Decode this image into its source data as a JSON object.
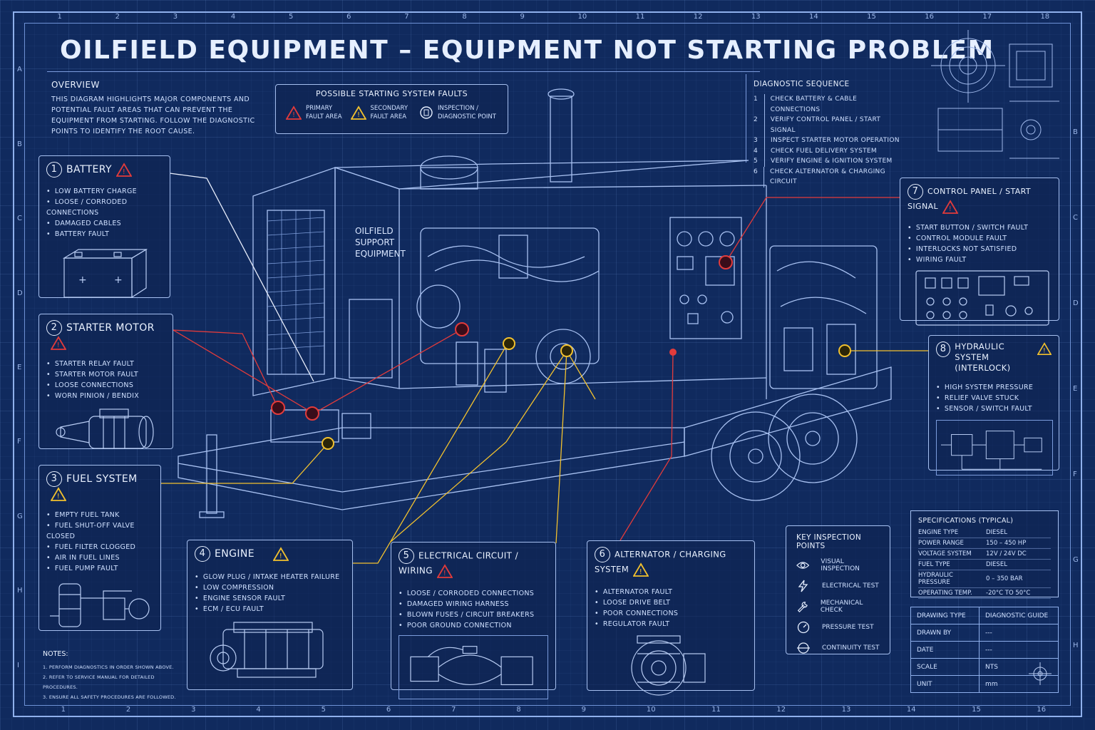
{
  "title": "OILFIELD EQUIPMENT – EQUIPMENT NOT STARTING PROBLEM",
  "overview": {
    "heading": "OVERVIEW",
    "text": "THIS DIAGRAM HIGHLIGHTS MAJOR COMPONENTS AND POTENTIAL FAULT AREAS THAT CAN PREVENT THE EQUIPMENT FROM STARTING. FOLLOW THE DIAGNOSTIC POINTS TO IDENTIFY THE ROOT CAUSE."
  },
  "legend": {
    "heading": "POSSIBLE STARTING SYSTEM FAULTS",
    "primary": "PRIMARY FAULT AREA",
    "secondary": "SECONDARY FAULT AREA",
    "inspection": "INSPECTION / DIAGNOSTIC POINT",
    "colors": {
      "primary": "#e23b3b",
      "secondary": "#f2c12e"
    }
  },
  "sequence": {
    "heading": "DIAGNOSTIC SEQUENCE",
    "steps": [
      {
        "n": "1",
        "text": "CHECK BATTERY & CABLE CONNECTIONS"
      },
      {
        "n": "2",
        "text": "VERIFY CONTROL PANEL / START SIGNAL"
      },
      {
        "n": "3",
        "text": "INSPECT STARTER MOTOR OPERATION"
      },
      {
        "n": "4",
        "text": "CHECK FUEL DELIVERY SYSTEM"
      },
      {
        "n": "5",
        "text": "VERIFY ENGINE & IGNITION SYSTEM"
      },
      {
        "n": "6",
        "text": "CHECK ALTERNATOR & CHARGING CIRCUIT"
      }
    ]
  },
  "unit_label": "OILFIELD SUPPORT EQUIPMENT",
  "components": {
    "battery": {
      "n": "1",
      "title": "BATTERY",
      "severity": "primary",
      "items": [
        "LOW BATTERY CHARGE",
        "LOOSE / CORRODED CONNECTIONS",
        "DAMAGED CABLES",
        "BATTERY FAULT"
      ]
    },
    "starter": {
      "n": "2",
      "title": "STARTER MOTOR",
      "severity": "primary",
      "items": [
        "STARTER RELAY FAULT",
        "STARTER MOTOR FAULT",
        "LOOSE CONNECTIONS",
        "WORN PINION / BENDIX"
      ]
    },
    "fuel": {
      "n": "3",
      "title": "FUEL SYSTEM",
      "severity": "secondary",
      "items": [
        "EMPTY FUEL TANK",
        "FUEL SHUT-OFF VALVE CLOSED",
        "FUEL FILTER CLOGGED",
        "AIR IN FUEL LINES",
        "FUEL PUMP FAULT"
      ]
    },
    "engine": {
      "n": "4",
      "title": "ENGINE",
      "severity": "secondary",
      "items": [
        "GLOW PLUG / INTAKE HEATER FAILURE",
        "LOW COMPRESSION",
        "ENGINE SENSOR FAULT",
        "ECM / ECU FAULT"
      ]
    },
    "electrical": {
      "n": "5",
      "title": "ELECTRICAL CIRCUIT / WIRING",
      "severity": "primary",
      "items": [
        "LOOSE / CORRODED CONNECTIONS",
        "DAMAGED WIRING HARNESS",
        "BLOWN FUSES / CIRCUIT BREAKERS",
        "POOR GROUND CONNECTION"
      ]
    },
    "alternator": {
      "n": "6",
      "title": "ALTERNATOR / CHARGING SYSTEM",
      "severity": "secondary",
      "items": [
        "ALTERNATOR FAULT",
        "LOOSE DRIVE BELT",
        "POOR CONNECTIONS",
        "REGULATOR FAULT"
      ]
    },
    "control": {
      "n": "7",
      "title": "CONTROL PANEL / START SIGNAL",
      "severity": "primary",
      "items": [
        "START BUTTON / SWITCH FAULT",
        "CONTROL MODULE FAULT",
        "INTERLOCKS NOT SATISFIED",
        "WIRING FAULT"
      ]
    },
    "hydraulic": {
      "n": "8",
      "title": "HYDRAULIC SYSTEM (INTERLOCK)",
      "severity": "secondary",
      "items": [
        "HIGH SYSTEM PRESSURE",
        "RELIEF VALVE STUCK",
        "SENSOR / SWITCH FAULT"
      ]
    }
  },
  "key_points": {
    "heading": "KEY INSPECTION POINTS",
    "items": [
      {
        "icon": "eye-icon",
        "label": "VISUAL INSPECTION"
      },
      {
        "icon": "lightning-icon",
        "label": "ELECTRICAL TEST"
      },
      {
        "icon": "wrench-icon",
        "label": "MECHANICAL CHECK"
      },
      {
        "icon": "gauge-icon",
        "label": "PRESSURE TEST"
      },
      {
        "icon": "continuity-icon",
        "label": "CONTINUITY TEST"
      }
    ]
  },
  "specs": {
    "heading": "SPECIFICATIONS (TYPICAL)",
    "rows": [
      {
        "k": "ENGINE TYPE",
        "v": "DIESEL"
      },
      {
        "k": "POWER RANGE",
        "v": "150 – 450 HP"
      },
      {
        "k": "VOLTAGE SYSTEM",
        "v": "12V / 24V DC"
      },
      {
        "k": "FUEL TYPE",
        "v": "DIESEL"
      },
      {
        "k": "HYDRAULIC PRESSURE",
        "v": "0 – 350 BAR"
      },
      {
        "k": "OPERATING TEMP.",
        "v": "-20°C TO 50°C"
      }
    ]
  },
  "title_block": {
    "rows": [
      {
        "k": "DRAWING TYPE",
        "v": "DIAGNOSTIC GUIDE"
      },
      {
        "k": "DRAWN BY",
        "v": "---"
      },
      {
        "k": "DATE",
        "v": "---"
      },
      {
        "k": "SCALE",
        "v": "NTS"
      },
      {
        "k": "UNIT",
        "v": "mm"
      }
    ]
  },
  "notes": {
    "heading": "NOTES:",
    "items": [
      "1.  PERFORM DIAGNOSTICS IN ORDER SHOWN ABOVE.",
      "2.  REFER TO SERVICE MANUAL FOR DETAILED PROCEDURES.",
      "3.  ENSURE ALL SAFETY PROCEDURES ARE FOLLOWED."
    ]
  },
  "ruler": {
    "top": [
      "1",
      "2",
      "3",
      "4",
      "5",
      "6",
      "7",
      "8",
      "9",
      "10",
      "11",
      "12",
      "13",
      "14",
      "15",
      "16",
      "17",
      "18"
    ],
    "bottom": [
      "1",
      "2",
      "3",
      "4",
      "5",
      "6",
      "7",
      "8",
      "9",
      "10",
      "11",
      "12",
      "13",
      "14",
      "15",
      "16"
    ],
    "left": [
      "A",
      "B",
      "C",
      "D",
      "E",
      "F",
      "G",
      "H",
      "I"
    ],
    "right": [
      "B",
      "C",
      "D",
      "E",
      "F",
      "G",
      "H"
    ]
  }
}
